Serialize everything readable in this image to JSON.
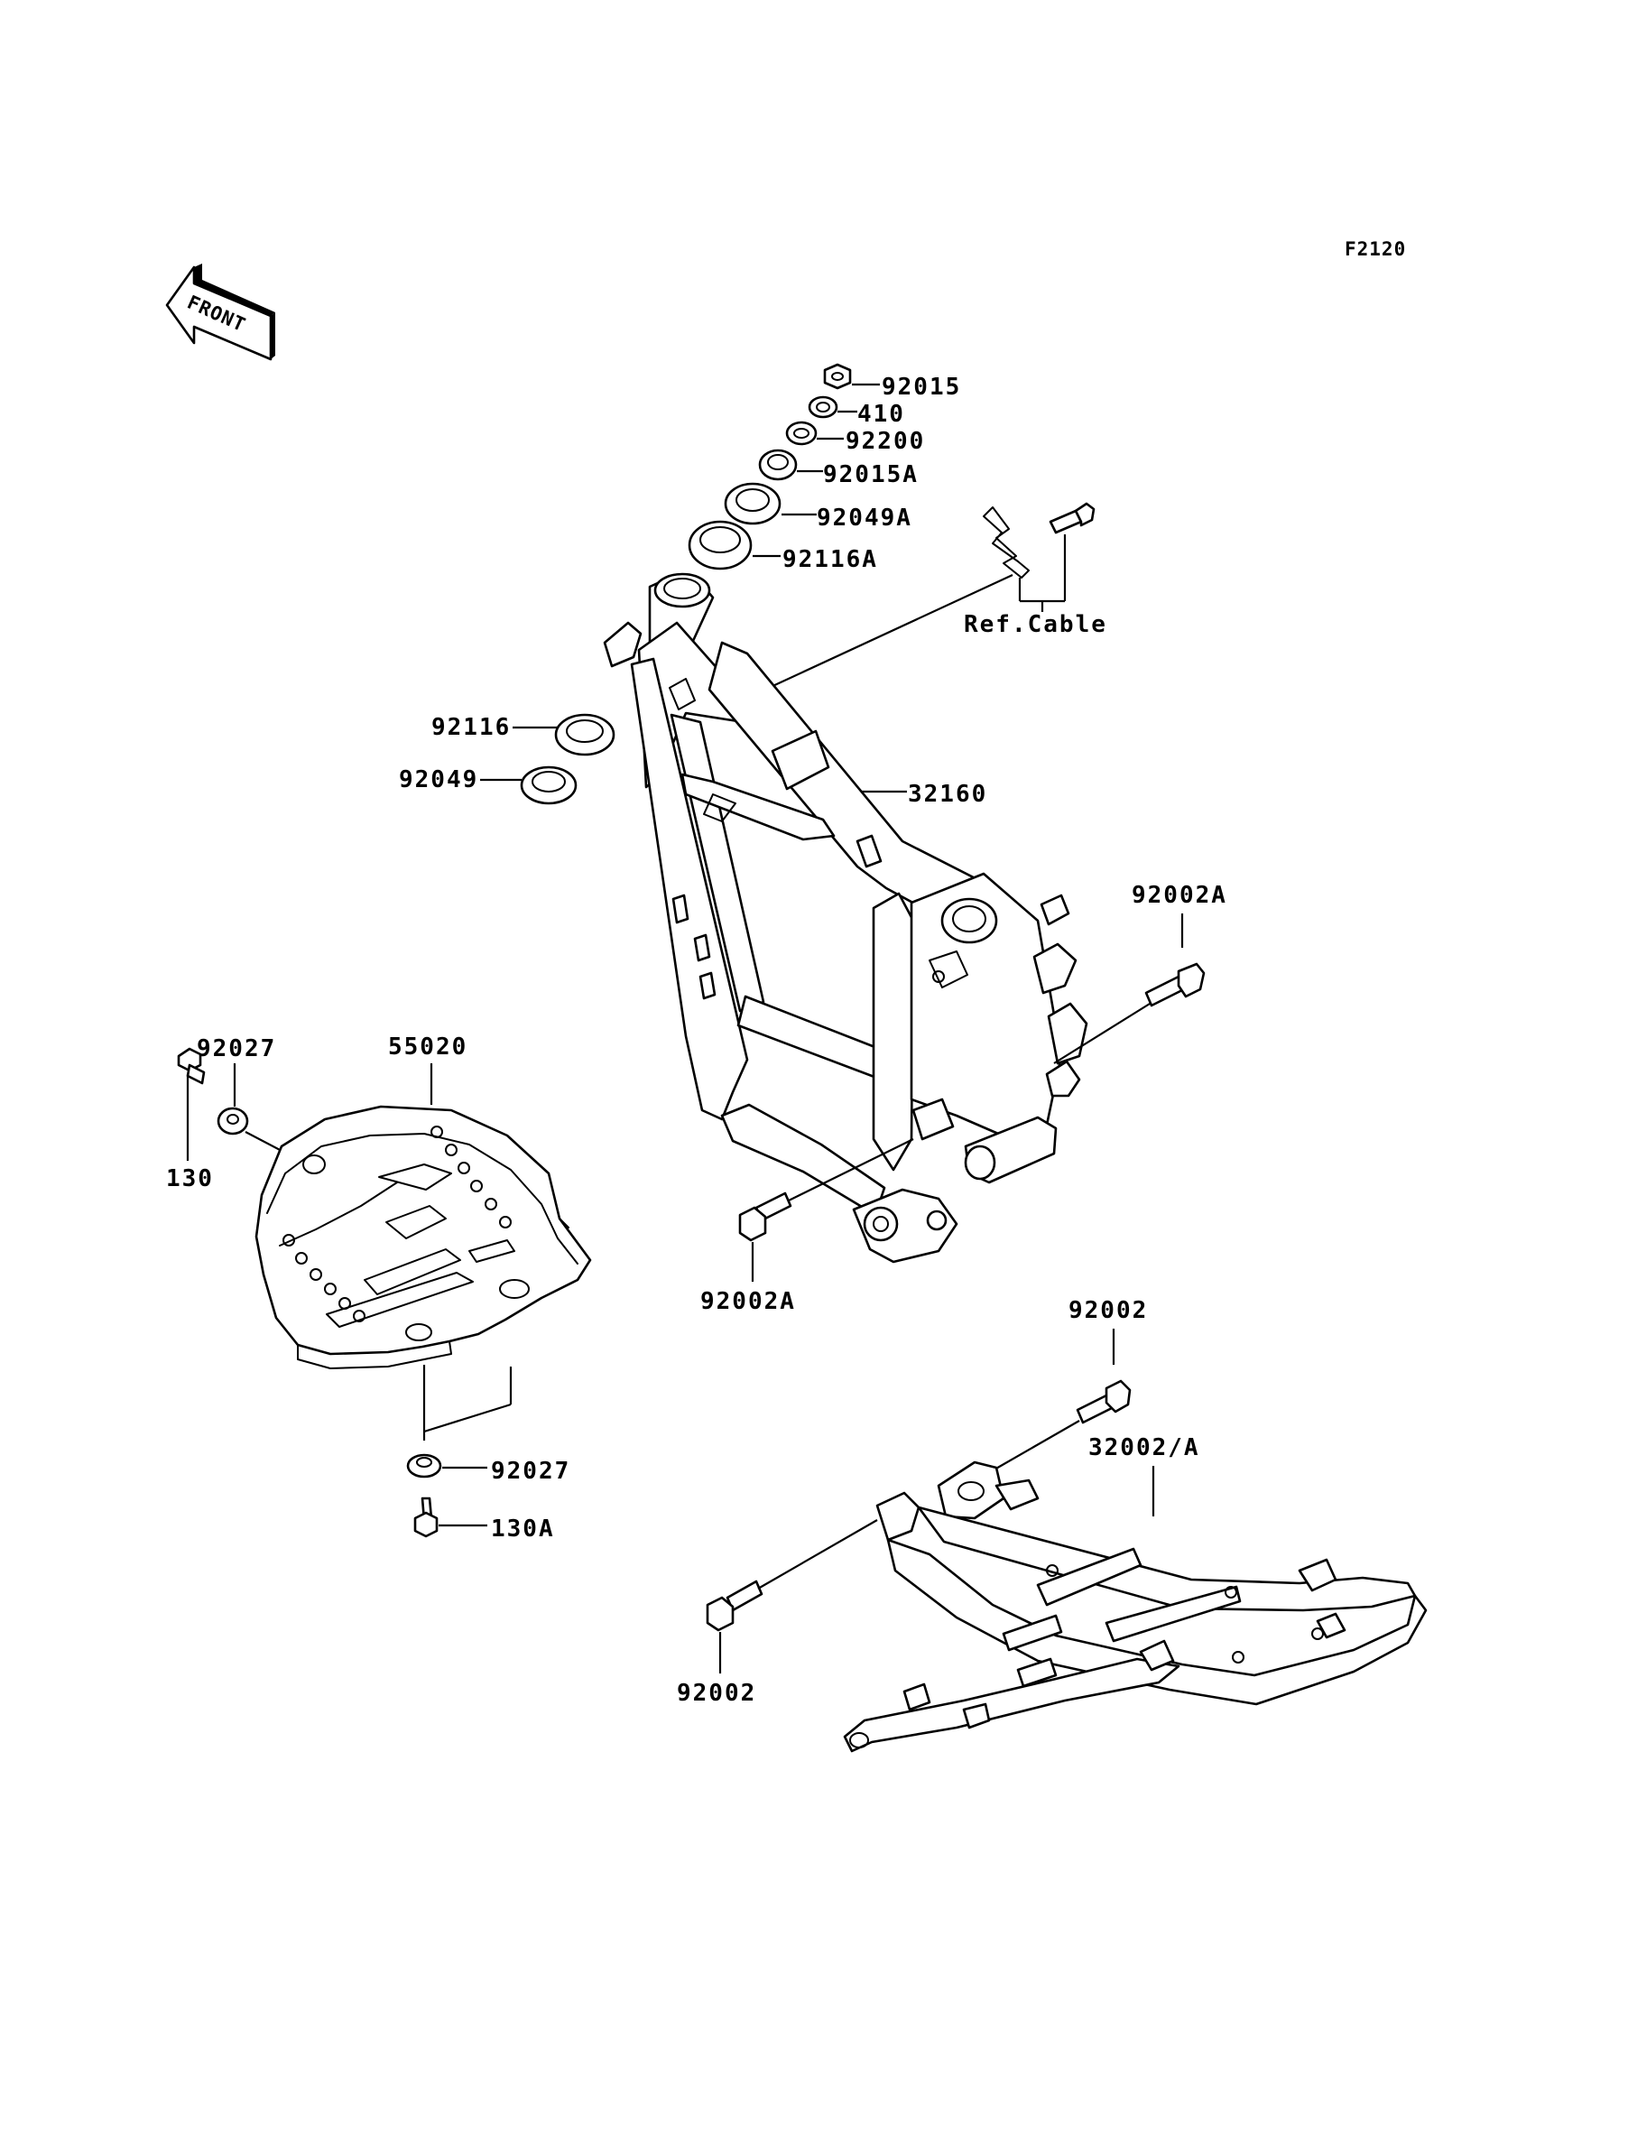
{
  "diagram": {
    "figure_code": "F2120",
    "front_marker": "FRONT",
    "labels": {
      "p92015": "92015",
      "p410": "410",
      "p92200": "92200",
      "p92015A": "92015A",
      "p92049A": "92049A",
      "p92116A": "92116A",
      "ref_cable": "Ref.Cable",
      "p92116": "92116",
      "p92049": "92049",
      "p32160": "32160",
      "p92002A_right": "92002A",
      "p92027_top": "92027",
      "p55020": "55020",
      "p130": "130",
      "p92002A_bottom": "92002A",
      "p92002_top": "92002",
      "p32002A": "32002/A",
      "p92027_bottom": "92027",
      "p130A": "130A",
      "p92002_bottom": "92002"
    }
  }
}
